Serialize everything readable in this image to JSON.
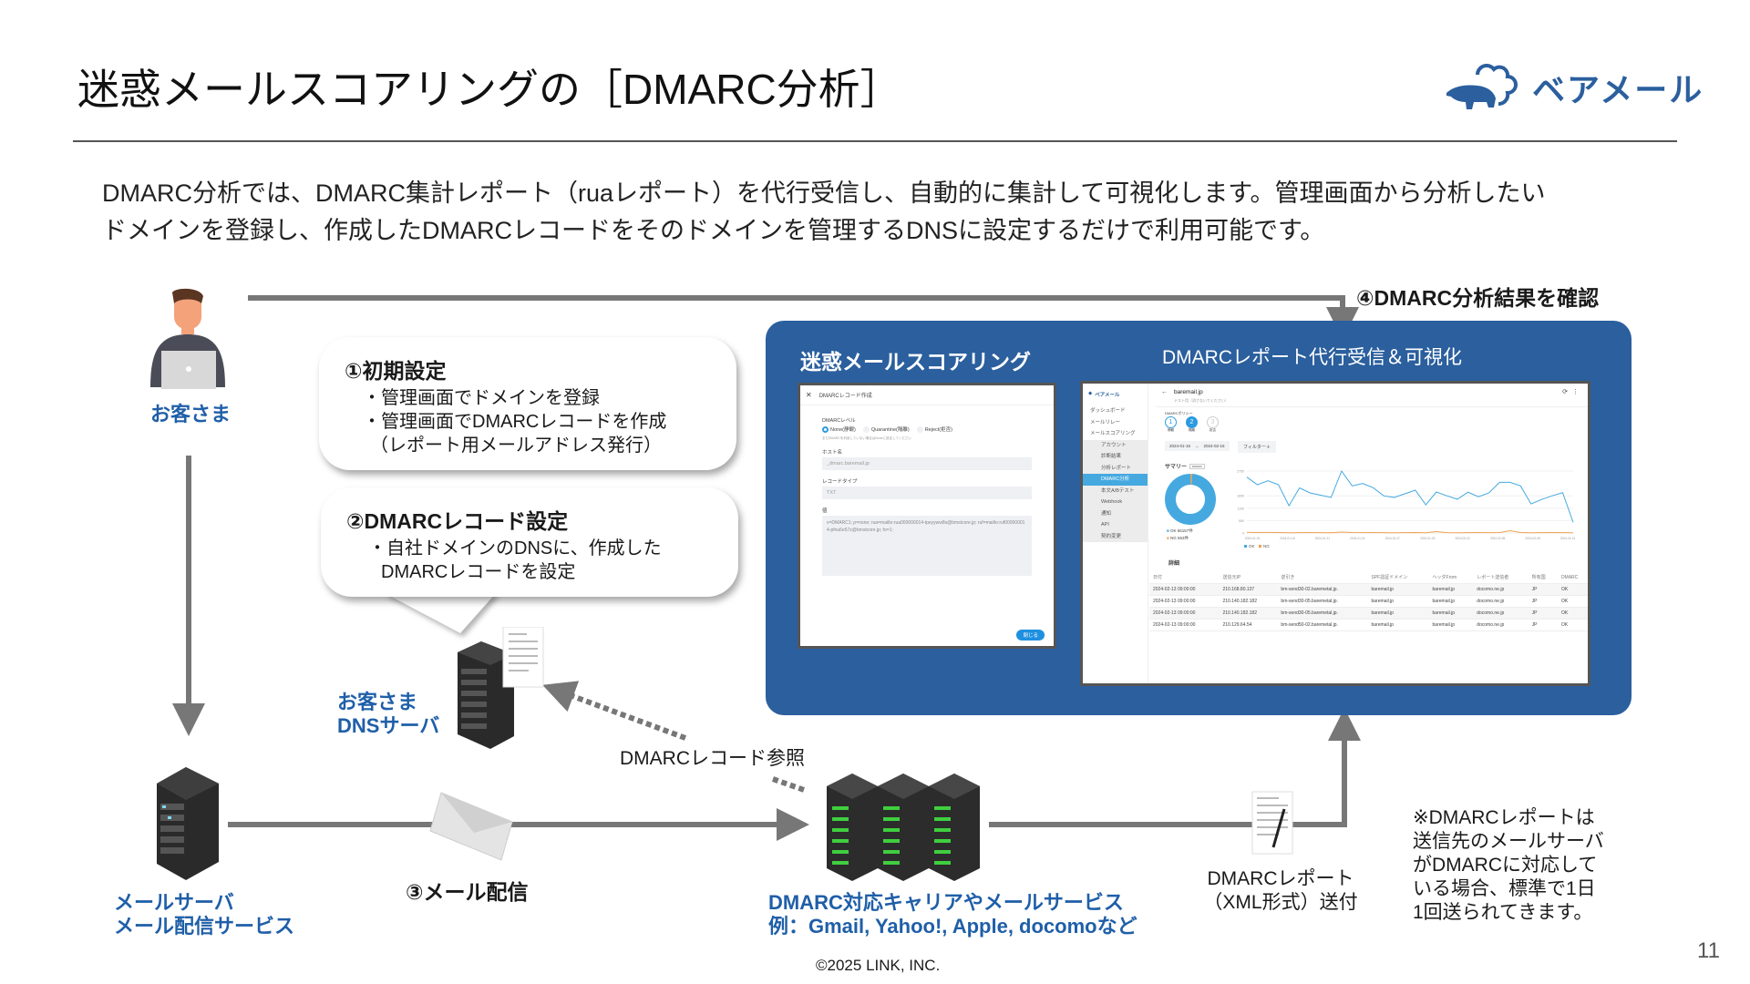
{
  "slide": {
    "title": "迷惑メールスコアリングの［DMARC分析］",
    "logo_text": "ベアメール",
    "intro_line1": "DMARC分析では、DMARC集計レポート（ruaレポート）を代行受信し、自動的に集計して可視化します。管理画面から分析したい",
    "intro_line2": "ドメインを登録し、作成したDMARCレコードをそのドメインを管理するDNSに設定するだけで利用可能です。",
    "page_number": "11",
    "copyright": "©2025 LINK, INC.",
    "accent": "#1f5fa8",
    "panel_color": "#2b5f9e"
  },
  "diagram": {
    "customer": "お客さま",
    "step4": "④DMARC分析結果を確認",
    "bubble1": {
      "title": "①初期設定",
      "lines": [
        "・管理画面でドメインを登録",
        "・管理画面でDMARCレコードを作成",
        "（レポート用メールアドレス発行）"
      ]
    },
    "bubble2": {
      "title": "②DMARCレコード設定",
      "lines": [
        "・自社ドメインのDNSに、作成した",
        "DMARCレコードを設定"
      ]
    },
    "dns_server": [
      "お客さま",
      "DNSサーバ"
    ],
    "dmarc_ref": "DMARCレコード参照",
    "mail_server": [
      "メールサーバ",
      "メール配信サービス"
    ],
    "step3": "③メール配信",
    "carriers": [
      "DMARC対応キャリアやメールサービス",
      "例：Gmail, Yahoo!, Apple, docomoなど"
    ],
    "report_send": [
      "DMARCレポート",
      "（XML形式）送付"
    ],
    "note": [
      "※DMARCレポートは",
      "送信先のメールサーバ",
      "がDMARCに対応して",
      "いる場合、標準で1日",
      "1回送られてきます。"
    ]
  },
  "panel": {
    "title": "迷惑メールスコアリング",
    "subtitle": "DMARCレポート代行受信＆可視化"
  },
  "modal": {
    "title": "DMARCレコード作成",
    "level_label": "DMARCレベル",
    "levels": [
      "None(静観)",
      "Quarantine(隔離)",
      "Reject(拒否)"
    ],
    "selected_level": "None(静観)",
    "hint": "まだDMARCを利用していない場合はNoneに設定してください",
    "host_label": "ホスト名",
    "host_value": "_dmarc.baremail.jp",
    "type_label": "レコードタイプ",
    "type_value": "TXT",
    "value_label": "値",
    "value": "v=DMARC1; p=none; rua=mailto:rua000000014-tpeyyww8s@bmstcore.jp; ruf=mailto:ruf000000014-pfnu6e57z@bmstcore.jp; fo=1;",
    "close_label": "閉じる"
  },
  "app": {
    "logo": "ベアメール",
    "sidebar": [
      {
        "label": "ダッシュボード",
        "type": "main"
      },
      {
        "label": "メールリレー",
        "type": "main"
      },
      {
        "label": "メールスコアリング",
        "type": "main"
      },
      {
        "label": "アカウント",
        "type": "sub"
      },
      {
        "label": "診断結果",
        "type": "sub"
      },
      {
        "label": "分析レポート",
        "type": "sub"
      },
      {
        "label": "DMARC分析",
        "type": "sub",
        "active": true
      },
      {
        "label": "本文A/Bテスト",
        "type": "sub"
      },
      {
        "label": "Webhook",
        "type": "sub"
      },
      {
        "label": "通知",
        "type": "sub"
      },
      {
        "label": "API",
        "type": "sub"
      },
      {
        "label": "契約変更",
        "type": "sub"
      }
    ],
    "domain": "baremail.jp",
    "domain_note": "テスト用（消さないでください）",
    "policy_label": "DMARCポリシー",
    "steps": [
      {
        "n": "1",
        "label": "静観"
      },
      {
        "n": "2",
        "label": "隔離"
      },
      {
        "n": "3",
        "label": "拒否"
      }
    ],
    "current_step": 2,
    "date_from": "2024-01-15",
    "date_to": "2024-02-15",
    "filter_label": "フィルター＋",
    "summary_label": "サマリー",
    "summary_tag": "DMARC",
    "ok_label": "OK 56157件",
    "ng_label": "NG 563件",
    "ok_count": 56157,
    "ng_count": 563,
    "detail_label": "詳細",
    "columns": [
      "日付",
      "送信元IP",
      "逆引き",
      "SPF認証ドメイン",
      "ヘッダFrom",
      "レポート送信者",
      "所有国",
      "DMARC"
    ],
    "rows": [
      [
        "2024-02-13 09:00:00",
        "210.168.80.137",
        "bm-send30-02.baremetal.jp.",
        "baremail.jp",
        "baremail.jp",
        "docomo.ne.jp",
        "JP",
        "OK"
      ],
      [
        "2024-02-13 09:00:00",
        "210.140.182.182",
        "bm-send30-05.baremetal.jp.",
        "baremail.jp",
        "baremail.jp",
        "docomo.ne.jp",
        "JP",
        "OK"
      ],
      [
        "2024-02-13 09:00:00",
        "210.140.182.182",
        "bm-send30-05.baremetal.jp.",
        "baremail.jp",
        "baremail.jp",
        "docomo.ne.jp",
        "JP",
        "OK"
      ],
      [
        "2024-02-13 09:00:00",
        "210.129.64.54",
        "bm-send50-02.baremetal.jp.",
        "baremail.jp",
        "baremail.jp",
        "docomo.ne.jp",
        "JP",
        "OK"
      ]
    ],
    "colors": {
      "ok": "#45a9e0",
      "ng": "#f0a050"
    }
  },
  "chart_data": {
    "type": "line",
    "ylim": [
      0,
      2750
    ],
    "yticks": [
      "0",
      "550",
      "1100",
      "1650",
      "2750"
    ],
    "xticks": [
      "2024-01-15",
      "2024-01-18",
      "2024-01-21",
      "2024-01-24",
      "2024-01-27",
      "2024-01-30",
      "2024-02-02",
      "2024-02-05",
      "2024-02-08",
      "2024-02-13"
    ],
    "legend": [
      "OK",
      "NG"
    ],
    "series": [
      {
        "name": "OK",
        "values": [
          2480,
          2140,
          2320,
          2140,
          1210,
          2000,
          1780,
          1680,
          1580,
          2750,
          2090,
          2200,
          2010,
          1650,
          1580,
          1740,
          1900,
          1250,
          1820,
          1650,
          1500,
          1810,
          1610,
          1780,
          2250,
          2250,
          2090,
          1290,
          1490,
          1650,
          1790,
          470
        ]
      },
      {
        "name": "NG",
        "values": [
          30,
          20,
          25,
          20,
          10,
          15,
          20,
          15,
          10,
          40,
          20,
          15,
          20,
          15,
          10,
          15,
          20,
          10,
          60,
          15,
          10,
          15,
          20,
          15,
          20,
          100,
          20,
          10,
          15,
          20,
          15,
          10
        ]
      }
    ]
  }
}
